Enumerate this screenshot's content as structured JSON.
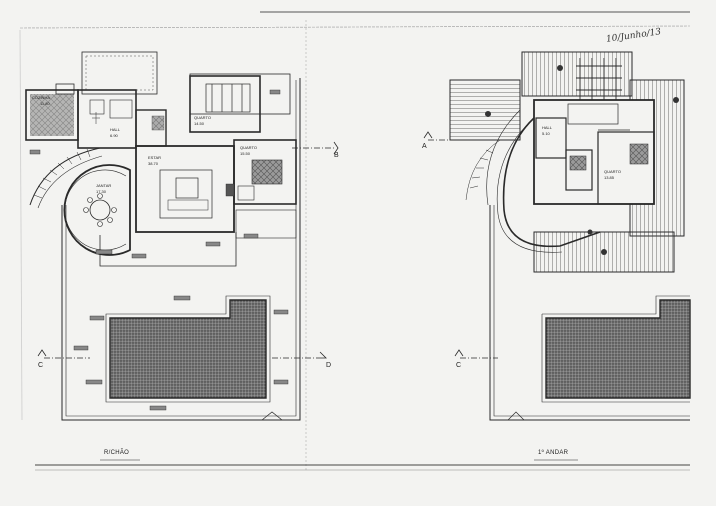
{
  "rooms": {
    "cozinha": "COZINHA",
    "cozinha_area": "11.80",
    "hall": "HALL",
    "hall_area": "6.90",
    "estar": "ESTAR",
    "estar_area": "38.70",
    "jantar": "JANTAR",
    "jantar_area": "17.30",
    "quarto_1": "QUARTO",
    "quarto_1_area": "14.50",
    "quarto_2": "QUARTO",
    "quarto_2_area": "15.50",
    "hall_upper": "HALL",
    "hall_upper_area": "5.10",
    "quarto_upper": "QUARTO",
    "quarto_upper_area": "13.85"
  },
  "sections": {
    "a": "A",
    "b": "B",
    "c_left": "C",
    "d": "D",
    "c_right": "C"
  },
  "titles": {
    "ground": "R/CHÃO",
    "upper": "1º ANDAR"
  },
  "annotation": "10/Junho/13",
  "colors": {
    "ink": "#2a2a2a",
    "paper": "#f3f3f1",
    "pool": "#6d6d6d"
  }
}
